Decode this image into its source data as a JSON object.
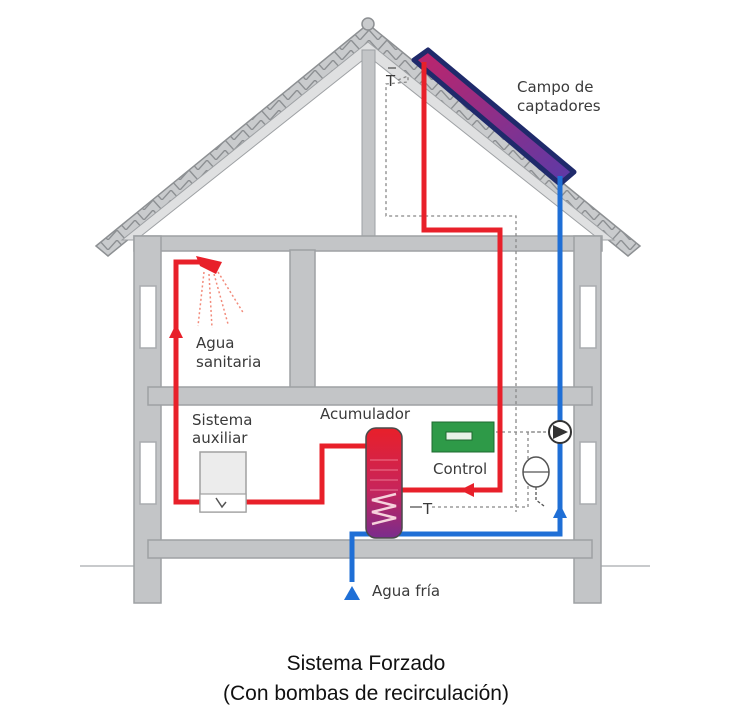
{
  "labels": {
    "collector": [
      "Campo de",
      "captadores"
    ],
    "water_point": [
      "Agua",
      "sanitaria"
    ],
    "auxiliary": [
      "Sistema",
      "auxiliar"
    ],
    "tank": "Acumulador",
    "control": "Control",
    "cold_water": "Agua fría",
    "sensor_roof": "T",
    "sensor_tank": "T"
  },
  "caption": {
    "line1": "Sistema Forzado",
    "line2": "(Con bombas de recirculación)"
  },
  "colors": {
    "hot_pipe": "#e8202a",
    "cold_pipe": "#1f6fd6",
    "structure": "#a9acaf",
    "roof_tiles": "#b5b8bb",
    "collector": "#1f2a6b",
    "control_box": "#2e9a48"
  },
  "icons": [
    "shower-icon",
    "pump-icon",
    "expansion-vessel-icon",
    "water-heater-icon",
    "solar-collector-icon",
    "temperature-sensor-icon"
  ]
}
